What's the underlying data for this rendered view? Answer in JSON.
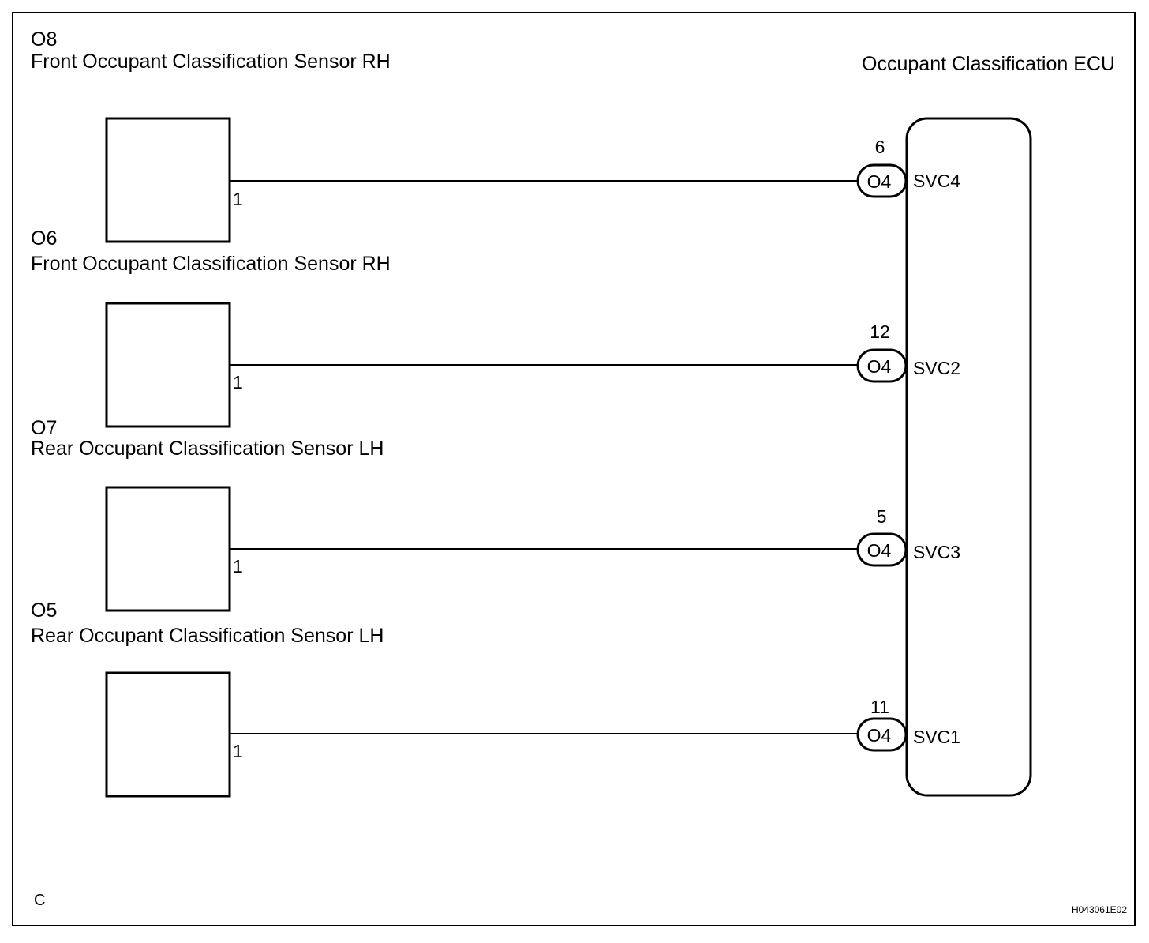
{
  "ecu": {
    "title": "Occupant Classification ECU"
  },
  "sensors": [
    {
      "code": "O8",
      "name": "Front Occupant Classification Sensor RH",
      "pin": "1",
      "ecu_pin": "6",
      "ecu_connector": "O4",
      "ecu_terminal": "SVC4"
    },
    {
      "code": "O6",
      "name": "Front Occupant Classification Sensor RH",
      "pin": "1",
      "ecu_pin": "12",
      "ecu_connector": "O4",
      "ecu_terminal": "SVC2"
    },
    {
      "code": "O7",
      "name": "Rear Occupant Classification Sensor LH",
      "pin": "1",
      "ecu_pin": "5",
      "ecu_connector": "O4",
      "ecu_terminal": "SVC3"
    },
    {
      "code": "O5",
      "name": "Rear Occupant Classification Sensor LH",
      "pin": "1",
      "ecu_pin": "11",
      "ecu_connector": "O4",
      "ecu_terminal": "SVC1"
    }
  ],
  "footer": {
    "corner_label": "C",
    "figure_id": "H043061E02"
  },
  "colors": {
    "line": "#000000",
    "background": "#ffffff"
  }
}
